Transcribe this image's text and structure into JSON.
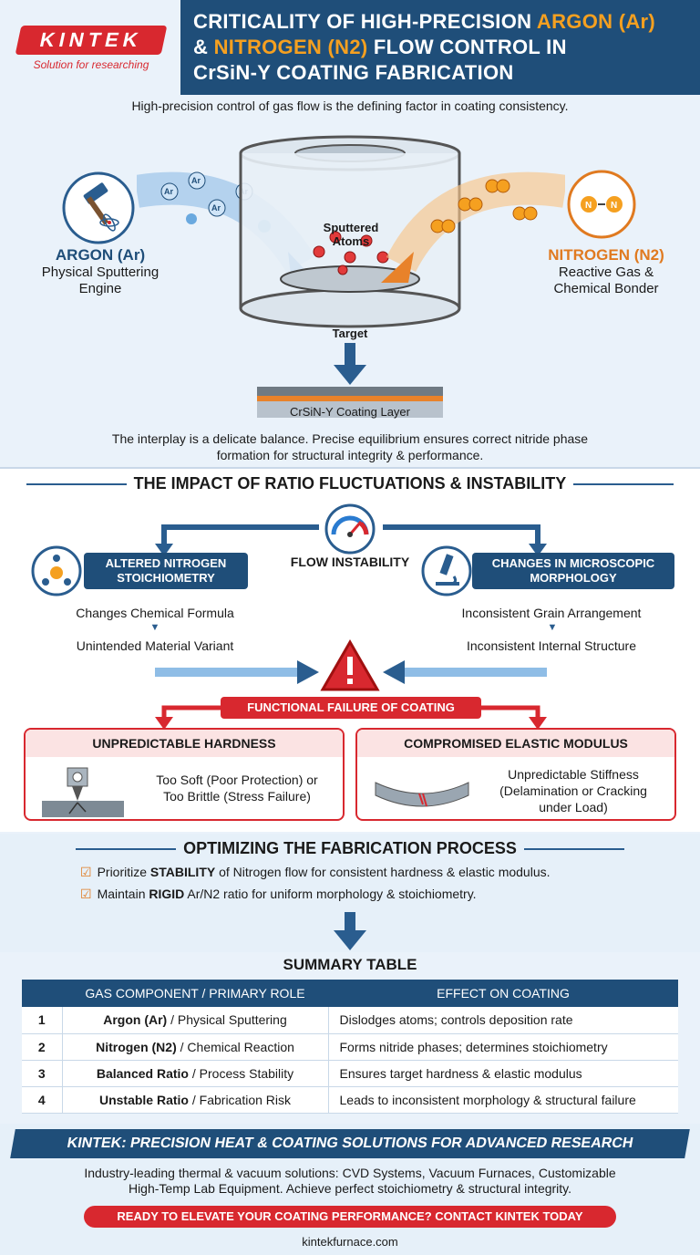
{
  "brand": {
    "logo_text": "KINTEK",
    "tagline": "Solution for researching",
    "red": "#d8282f",
    "navy": "#1f4e79",
    "orange": "#f5a020"
  },
  "title": {
    "line1_a": "CRITICALITY OF HIGH-PRECISION ",
    "line1_b": "ARGON (Ar)",
    "line2_a": "& ",
    "line2_b": "NITROGEN (N2)",
    "line2_c": " FLOW CONTROL IN",
    "line3": "CrSiN-Y COATING FABRICATION"
  },
  "subtitle": "High-precision control of gas flow is the defining factor in coating consistency.",
  "hero": {
    "argon_name": "ARGON (Ar)",
    "argon_desc_1": "Physical Sputtering",
    "argon_desc_2": "Engine",
    "nitrogen_name": "NITROGEN (N2)",
    "nitrogen_desc_1": "Reactive Gas &",
    "nitrogen_desc_2": "Chemical Bonder",
    "sputtered_1": "Sputtered",
    "sputtered_2": "Atoms",
    "target": "Target",
    "ar_particle": "Ar",
    "n_particle": "N",
    "coating_layer": "CrSiN-Y Coating Layer",
    "note_1": "The interplay is a delicate balance. Precise equilibrium ensures correct nitride phase",
    "note_2": "formation for structural integrity & performance."
  },
  "impact": {
    "title": "THE IMPACT OF RATIO FLUCTUATIONS & INSTABILITY",
    "flow_instability": "FLOW INSTABILITY",
    "left_pill_1": "ALTERED NITROGEN",
    "left_pill_2": "STOICHIOMETRY",
    "left_step_1": "Changes Chemical Formula",
    "left_step_2": "Unintended Material Variant",
    "right_pill_1": "CHANGES IN MICROSCOPIC",
    "right_pill_2": "MORPHOLOGY",
    "right_step_1": "Inconsistent Grain Arrangement",
    "right_step_2": "Inconsistent Internal Structure",
    "failure": "FUNCTIONAL FAILURE OF COATING",
    "hardness_title": "UNPREDICTABLE HARDNESS",
    "hardness_1": "Too Soft (Poor Protection) or",
    "hardness_2": "Too Brittle (Stress Failure)",
    "elastic_title": "COMPROMISED ELASTIC MODULUS",
    "elastic_1": "Unpredictable Stiffness",
    "elastic_2": "(Delamination or Cracking",
    "elastic_3": "under Load)"
  },
  "optimize": {
    "title": "OPTIMIZING THE FABRICATION PROCESS",
    "item1_pre": "Prioritize ",
    "item1_bold": "STABILITY",
    "item1_post": " of Nitrogen flow for consistent hardness & elastic modulus.",
    "item2_pre": "Maintain ",
    "item2_bold": "RIGID",
    "item2_post": " Ar/N2 ratio for uniform morphology & stoichiometry."
  },
  "summary": {
    "title": "SUMMARY TABLE",
    "col_component": "GAS COMPONENT / PRIMARY ROLE",
    "col_effect": "EFFECT ON COATING",
    "rows": [
      {
        "num": "1",
        "bold": "Argon (Ar)",
        "role": " / Physical Sputtering",
        "effect": "Dislodges atoms; controls deposition rate"
      },
      {
        "num": "2",
        "bold": "Nitrogen (N2)",
        "role": " / Chemical Reaction",
        "effect": "Forms nitride phases; determines stoichiometry"
      },
      {
        "num": "3",
        "bold": "Balanced Ratio",
        "role": " / Process Stability",
        "effect": "Ensures target hardness & elastic modulus"
      },
      {
        "num": "4",
        "bold": "Unstable Ratio",
        "role": " / Fabrication Risk",
        "effect": "Leads to inconsistent morphology & structural failure"
      }
    ]
  },
  "footer": {
    "banner": "KINTEK: PRECISION HEAT & COATING SOLUTIONS FOR ADVANCED RESEARCH",
    "desc_1": "Industry-leading thermal & vacuum solutions: CVD Systems, Vacuum Furnaces, Customizable",
    "desc_2": "High-Temp Lab Equipment. Achieve perfect stoichiometry & structural integrity.",
    "cta": "READY TO ELEVATE YOUR COATING PERFORMANCE? CONTACT KINTEK TODAY",
    "url": "kintekfurnace.com"
  }
}
